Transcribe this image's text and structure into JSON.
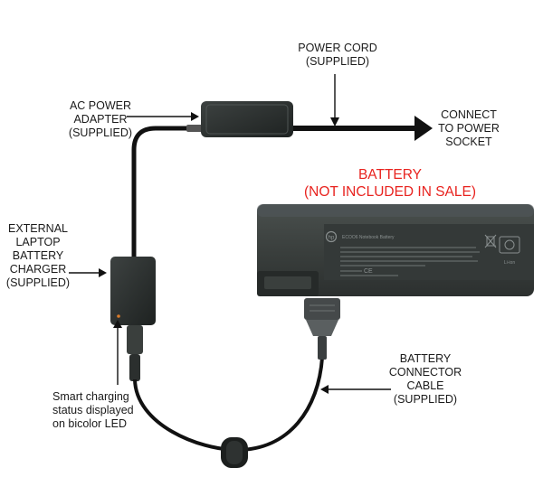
{
  "labels": {
    "power_cord": {
      "line1": "POWER CORD",
      "line2": "(SUPPLIED)"
    },
    "ac_adapter": {
      "line1": "AC POWER",
      "line2": "ADAPTER",
      "line3": "(SUPPLIED)"
    },
    "connect": {
      "line1": "CONNECT",
      "line2": "TO POWER",
      "line3": "SOCKET"
    },
    "battery": {
      "line1": "BATTERY",
      "line2": "(NOT INCLUDED IN SALE)"
    },
    "charger": {
      "line1": "EXTERNAL",
      "line2": "LAPTOP",
      "line3": "BATTERY",
      "line4": "CHARGER",
      "line5": "(SUPPLIED)"
    },
    "cable": {
      "line1": "BATTERY",
      "line2": "CONNECTOR",
      "line3": "CABLE",
      "line4": "(SUPPLIED)"
    },
    "led": {
      "line1": "Smart charging",
      "line2": "status displayed",
      "line3": "on bicolor LED"
    }
  },
  "battery_print": {
    "brand": "hp",
    "model": "ECOO6 Notebook Battery",
    "chem": "Li-ion"
  },
  "colors": {
    "label_text": "#1a1a1a",
    "highlight": "#e8231f",
    "cable": "#111111",
    "device_body": "#2b2f2e",
    "battery_body": "#3a3f3d"
  },
  "icons": [
    "recycle-icon",
    "ce-mark-icon",
    "weee-bin-icon"
  ]
}
